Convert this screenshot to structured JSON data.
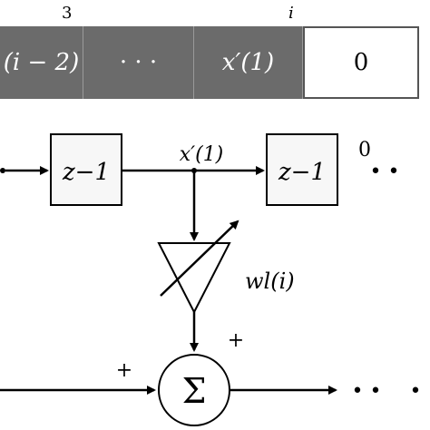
{
  "index_labels": {
    "left": "3",
    "right": "i"
  },
  "tape": {
    "cells": [
      {
        "label": "(i − 2)"
      },
      {
        "label": "· · ·"
      },
      {
        "label": "x′(1)"
      },
      {
        "label": "0"
      }
    ]
  },
  "diagram": {
    "delay1_label": "z−1",
    "delay2_label": "z−1",
    "delay_output_label": "x′(1)",
    "next_value_label": "0",
    "weight_label": "wl(i)",
    "sum_label": "Σ",
    "plus_top": "+",
    "plus_left": "+",
    "ellipsis": "• •"
  }
}
